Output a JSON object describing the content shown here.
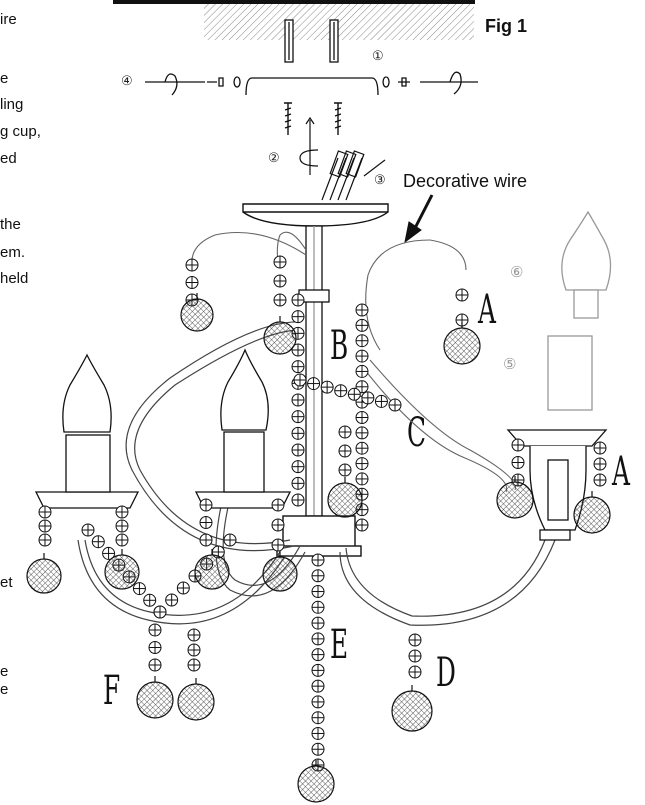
{
  "figure_label": "Fig 1",
  "callout": "Decorative wire",
  "step_markers": [
    "①",
    "②",
    "③",
    "④",
    "⑤",
    "⑥"
  ],
  "part_letters": {
    "a_upper": "A",
    "a_right": "A",
    "b": "B",
    "c": "C",
    "d": "D",
    "e": "E",
    "f": "F"
  },
  "left_text_fragments": [
    "ire",
    "e",
    "ling",
    "g cup,",
    "ed",
    "the",
    "em.",
    "held",
    "et",
    "e",
    "e"
  ]
}
